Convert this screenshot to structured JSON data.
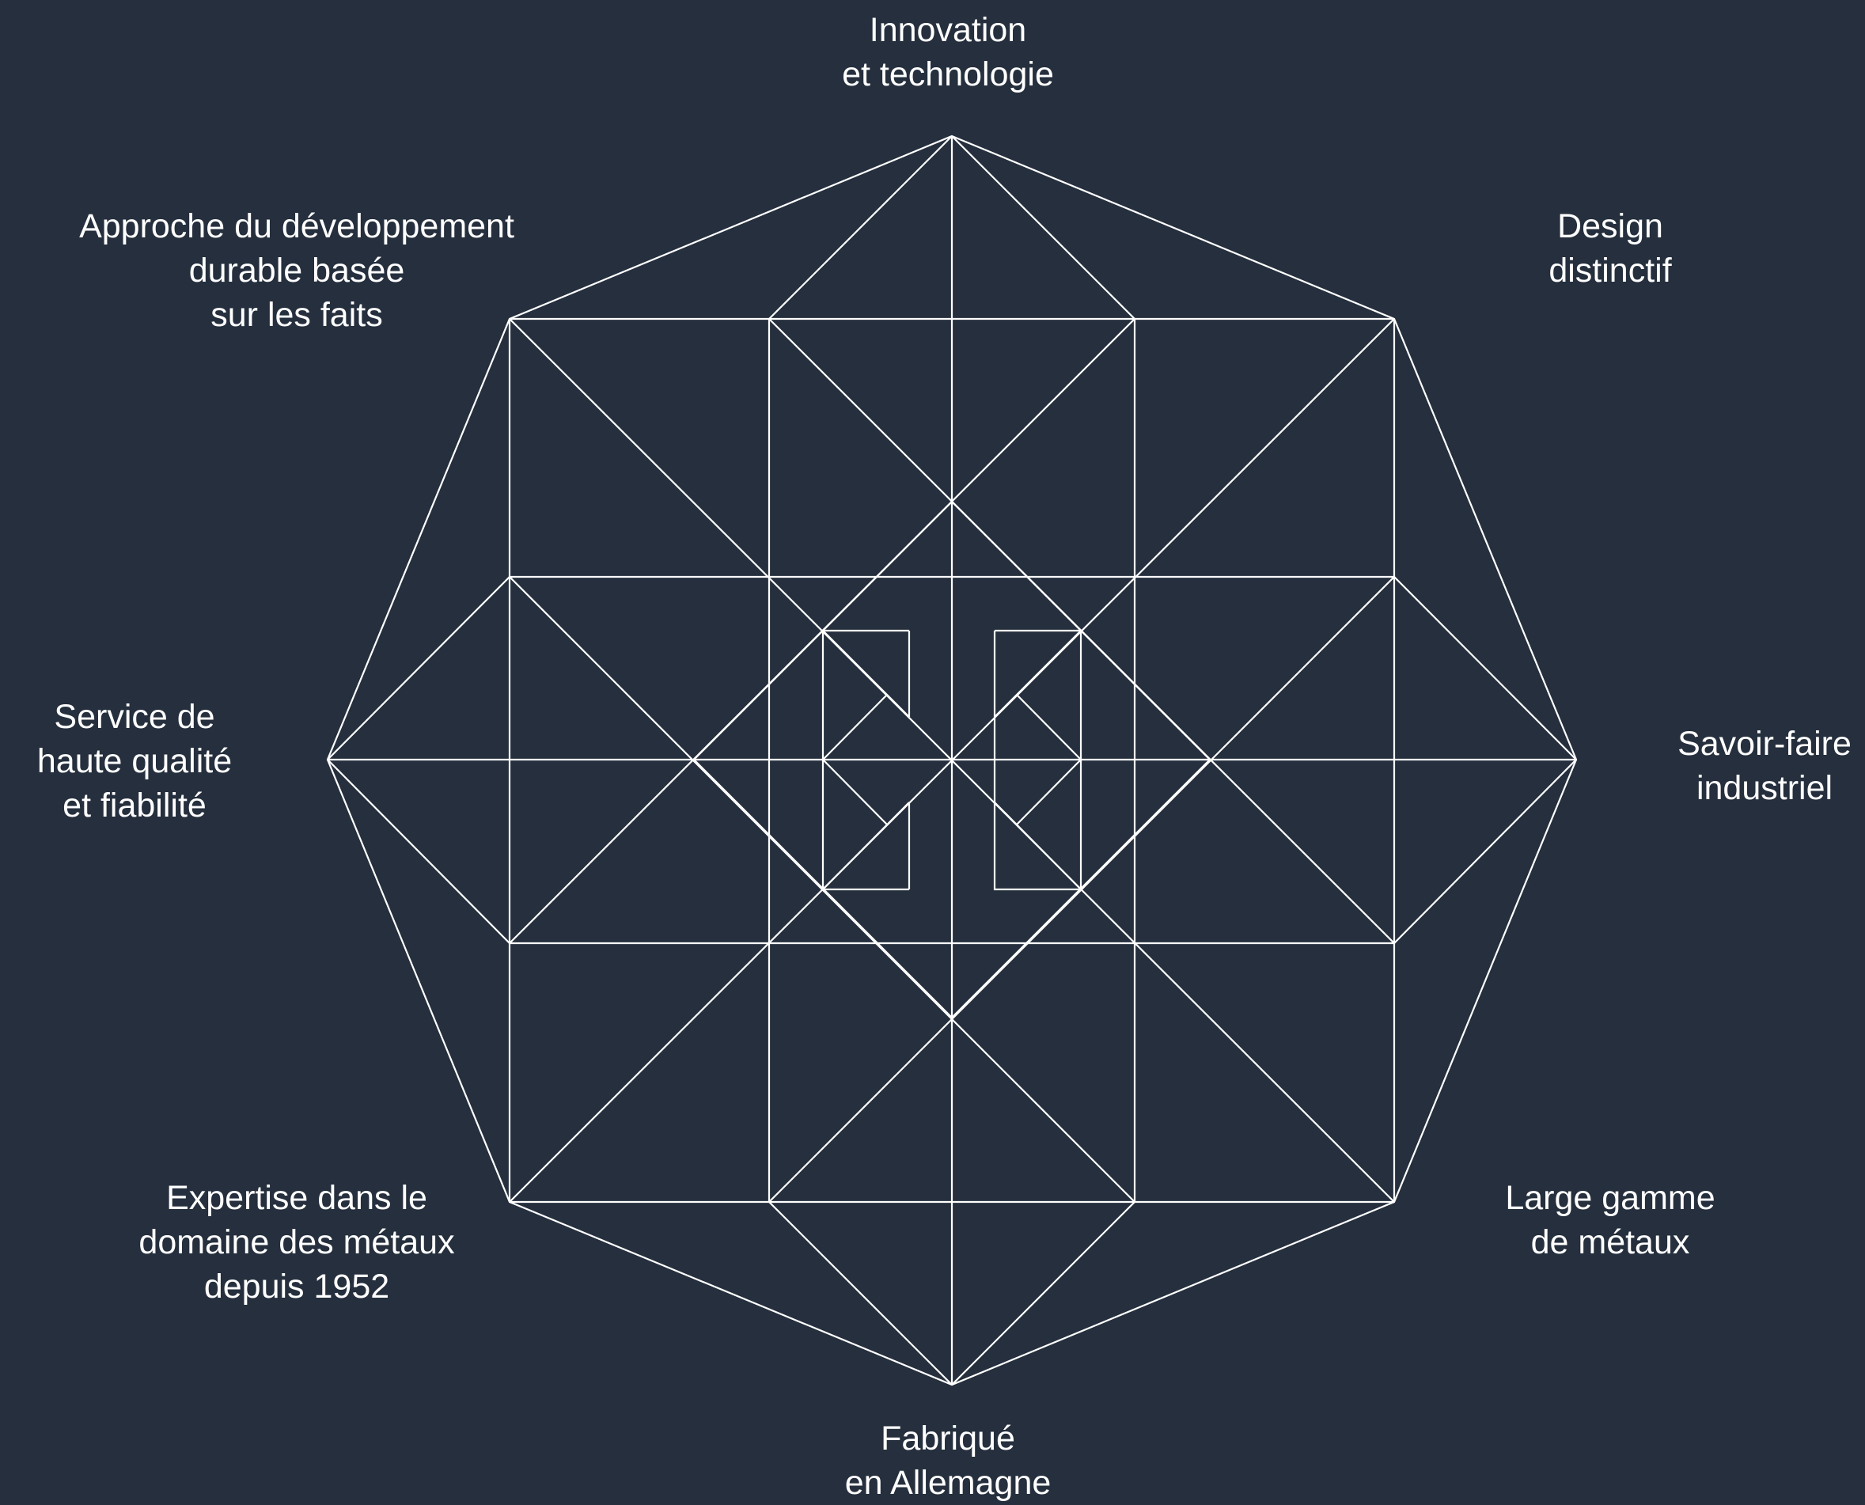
{
  "colors": {
    "background": "#252f3d",
    "line": "#ffffff",
    "text": "#ffffff"
  },
  "labels": {
    "top": [
      "Innovation",
      "et technologie"
    ],
    "top_right": [
      "Design",
      "distinctif"
    ],
    "right": [
      "Savoir-faire",
      "industriel"
    ],
    "bottom_right": [
      "Large gamme",
      "de métaux"
    ],
    "bottom": [
      "Fabriqué",
      "en Allemagne"
    ],
    "bottom_left": [
      "Expertise dans le",
      "domaine des métaux",
      "depuis 1952"
    ],
    "left": [
      "Service de",
      "haute qualité",
      "et fiabilité"
    ],
    "top_left": [
      "Approche du développement",
      "durable basée",
      "sur les faits"
    ]
  }
}
